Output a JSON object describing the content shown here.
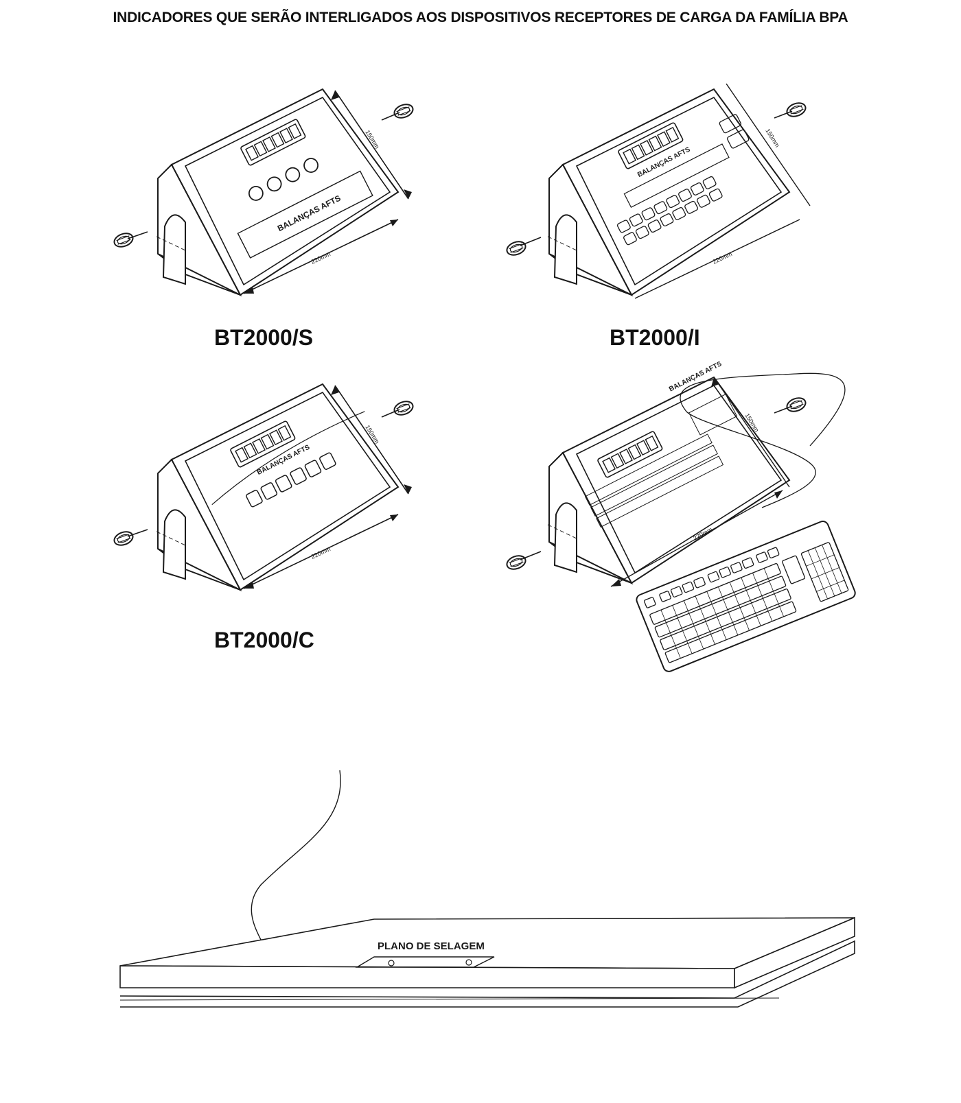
{
  "title": "INDICADORES QUE SERÃO INTERLIGADOS AOS DISPOSITIVOS RECEPTORES DE CARGA DA FAMÍLIA BPA",
  "indicators": [
    {
      "model": "BT2000/S",
      "brand": "BALANÇAS AFTS",
      "depth": "150mm",
      "width": "220mm"
    },
    {
      "model": "BT2000/I",
      "brand": "BALANÇAS AFTS",
      "depth": "150mm",
      "width": "220mm"
    },
    {
      "model": "BT2000/C",
      "brand": "BALANÇAS AFTS",
      "depth": "150mm",
      "width": "220mm"
    },
    {
      "model": "",
      "brand": "BALANÇAS AFTS",
      "depth": "150mm",
      "width": "220mm"
    }
  ],
  "platform": {
    "seal_label": "PLANO DE SELAGEM"
  },
  "colors": {
    "ink": "#1a1a1a",
    "paper": "#ffffff"
  }
}
